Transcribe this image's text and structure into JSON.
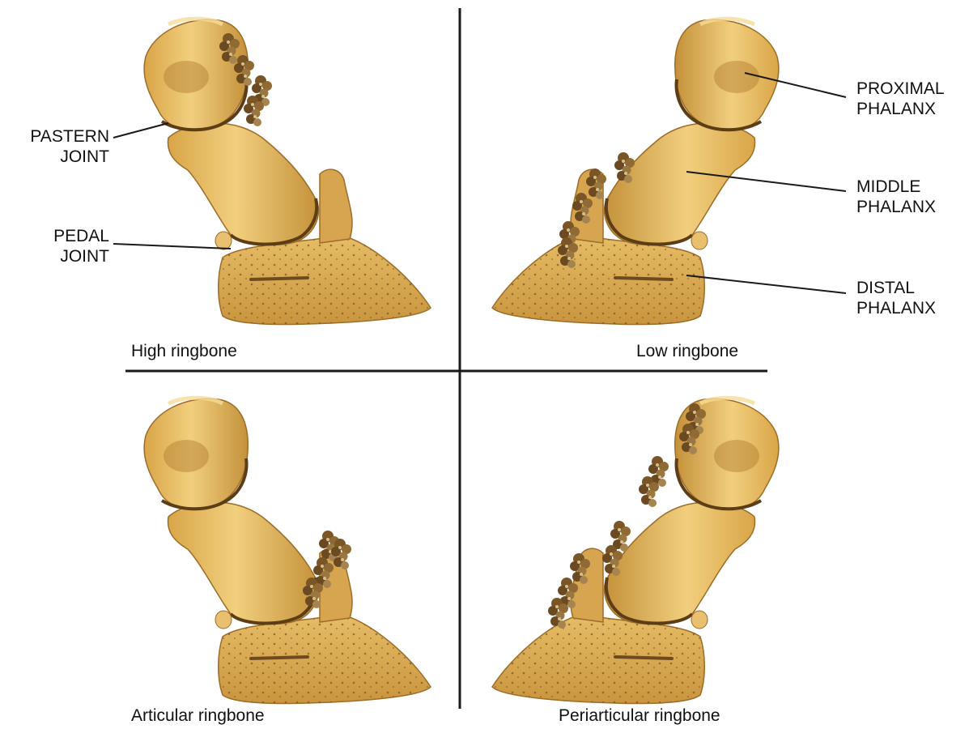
{
  "labels": {
    "pastern_joint": [
      "PASTERN",
      "JOINT"
    ],
    "pedal_joint": [
      "PEDAL",
      "JOINT"
    ],
    "proximal_phalanx": [
      "PROXIMAL",
      "PHALANX"
    ],
    "middle_phalanx": [
      "MIDDLE",
      "PHALANX"
    ],
    "distal_phalanx": [
      "DISTAL",
      "PHALANX"
    ]
  },
  "captions": {
    "top_left": "High ringbone",
    "top_right": "Low ringbone",
    "bottom_left": "Articular ringbone",
    "bottom_right": "Periarticular ringbone"
  },
  "colors": {
    "bone": "#e3b55a",
    "bone_shadow": "#a8782c",
    "bone_highlight": "#f6dc98",
    "outgrowth": "#6b4a22",
    "line": "#1a1a1a"
  }
}
